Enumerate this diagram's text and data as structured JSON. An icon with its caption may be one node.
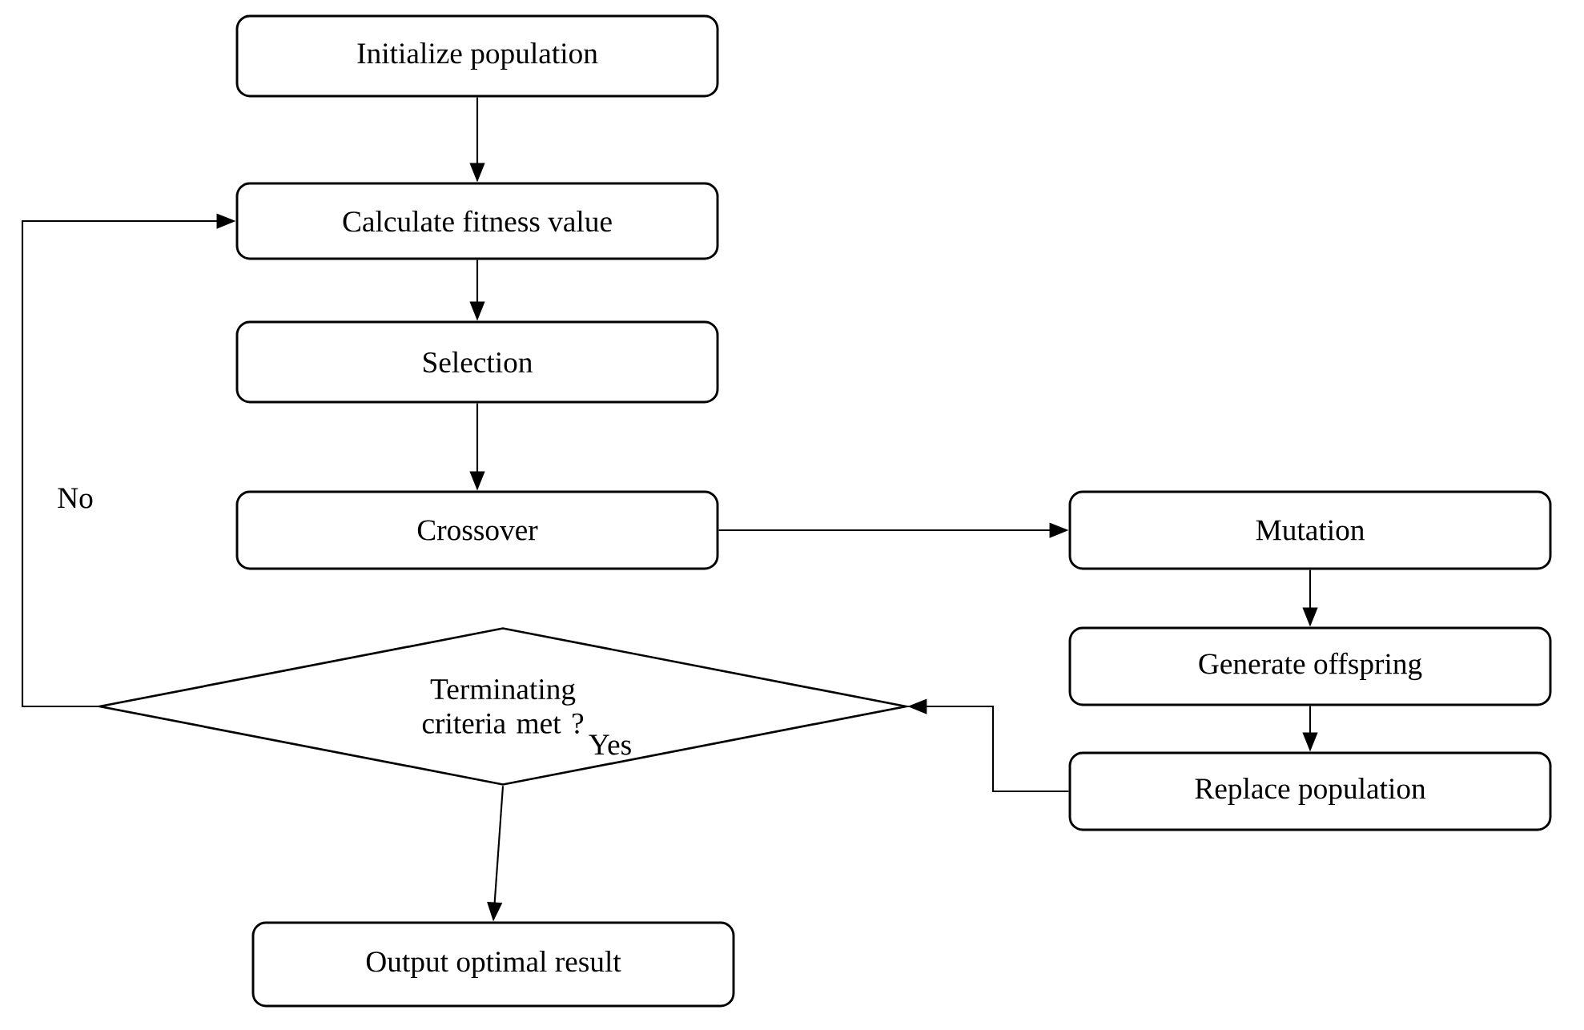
{
  "diagram": {
    "nodes": [
      {
        "text": [
          "Initialize population"
        ]
      },
      {
        "text": [
          "Calculate fitness value"
        ]
      },
      {
        "text": [
          "Selection"
        ]
      },
      {
        "text": [
          "Crossover"
        ]
      },
      {
        "text": [
          "Mutation"
        ]
      },
      {
        "text": [
          "Terminating criteria met ?"
        ]
      },
      {
        "text": [
          "Generate offspring"
        ]
      },
      {
        "text": [
          "Replace population"
        ]
      },
      {
        "text": [
          "Output optimal result"
        ]
      }
    ],
    "edges": [
      {
        "from": 0,
        "to": 1,
        "arrow": "to"
      },
      {
        "from": 1,
        "to": 2,
        "arrow": "to"
      },
      {
        "from": 2,
        "to": 3,
        "arrow": "to"
      },
      {
        "from": 3,
        "to": 4,
        "arrow": "to"
      },
      {
        "from": 4,
        "to": 6,
        "arrow": "to"
      },
      {
        "from": 6,
        "to": 7,
        "arrow": "to"
      },
      {
        "from": 7,
        "to": 5,
        "arrow": "to"
      },
      {
        "from": 5,
        "to": 1,
        "arrow": "to",
        "label": "No"
      },
      {
        "from": 5,
        "to": 8,
        "arrow": "to",
        "label": "Yes"
      }
    ]
  }
}
